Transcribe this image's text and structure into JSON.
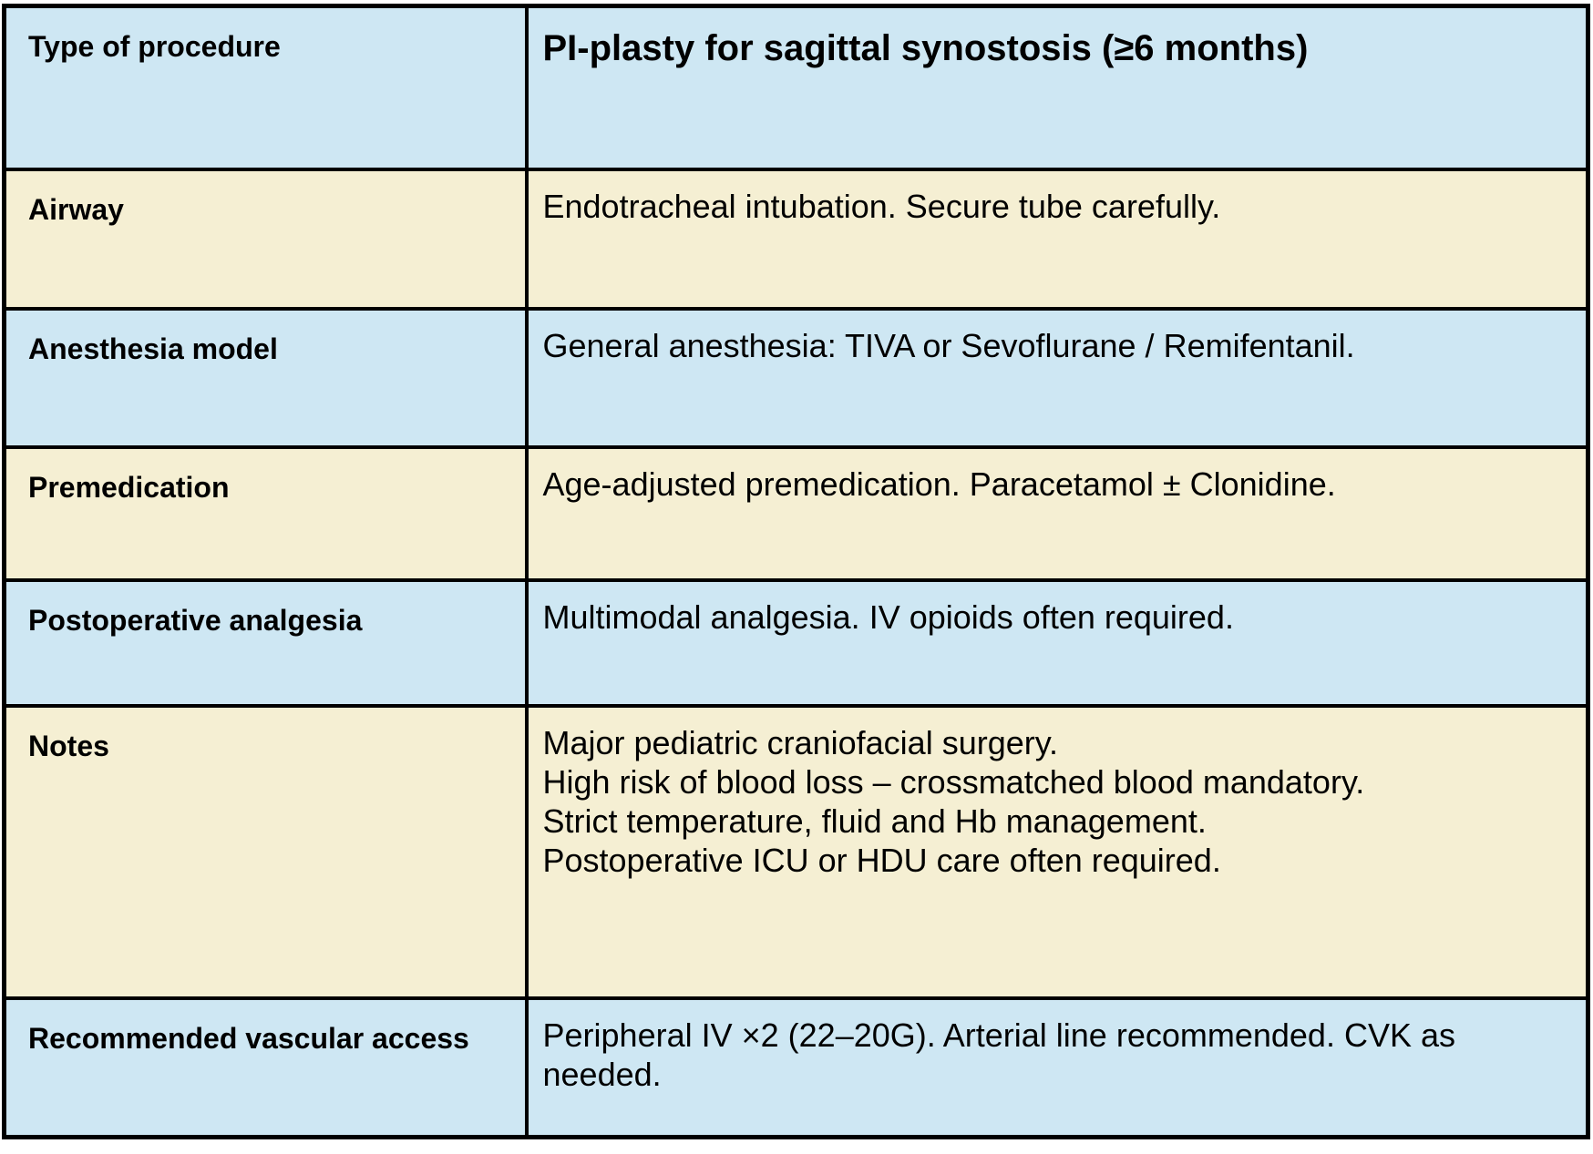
{
  "colors": {
    "row_blue": "#cee7f3",
    "row_cream": "#f5efd3",
    "border": "#000000",
    "text": "#000000"
  },
  "table": {
    "rows": [
      {
        "label": "Type of procedure",
        "value": "PI-plasty for sagittal synostosis (≥6 months)"
      },
      {
        "label": "Airway",
        "value": "Endotracheal intubation. Secure tube carefully."
      },
      {
        "label": "Anesthesia model",
        "value": "General anesthesia: TIVA or Sevoflurane / Remifentanil."
      },
      {
        "label": "Premedication",
        "value": "Age-adjusted premedication. Paracetamol ± Clonidine."
      },
      {
        "label": "Postoperative analgesia",
        "value": "Multimodal analgesia. IV opioids often required."
      },
      {
        "label": "Notes",
        "lines": [
          "Major pediatric craniofacial surgery.",
          "High risk of blood loss – crossmatched blood mandatory.",
          "Strict temperature, fluid and Hb management.",
          "Postoperative ICU or HDU care often required."
        ]
      },
      {
        "label": "Recommended vascular access",
        "value": "Peripheral IV ×2 (22–20G). Arterial line recommended. CVK as needed."
      }
    ]
  }
}
